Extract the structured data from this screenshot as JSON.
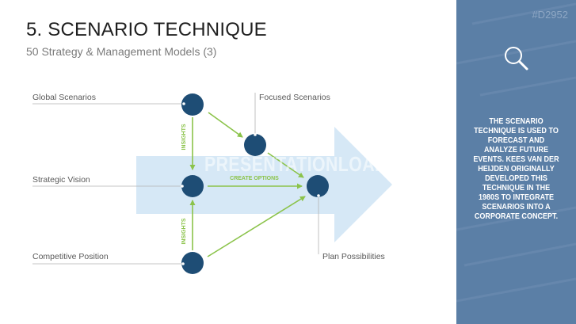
{
  "header": {
    "title": "5. SCENARIO TECHNIQUE",
    "subtitle": "50 Strategy & Management Models (3)"
  },
  "watermark": "PRESENTATIONLOAD",
  "diagram": {
    "labels": {
      "global": "Global Scenarios",
      "focused": "Focused Scenarios",
      "strategic": "Strategic Vision",
      "competitive": "Competitive Position",
      "plan": "Plan Possibilities"
    },
    "arrow_labels": {
      "insights_top": "INSIGHTS",
      "create_options": "CREATE OPTIONS",
      "insights_bottom": "INSIGHTS"
    }
  },
  "sidebar": {
    "code": "#D2952",
    "description": "THE SCENARIO TECHNIQUE IS USED TO FORECAST AND ANALYZE FUTURE EVENTS. KEES VAN DER HEIJDEN ORIGINALLY DEVELOPED THIS TECHNIQUE IN THE 1980S TO INTEGRATE SCENARIOS INTO A CORPORATE CONCEPT.",
    "icon": "magnifier-icon"
  },
  "colors": {
    "node": "#1e4d75",
    "arrow": "#8bc34a",
    "big_arrow": "#d6e8f6",
    "sidebar": "#5b7fa6"
  }
}
